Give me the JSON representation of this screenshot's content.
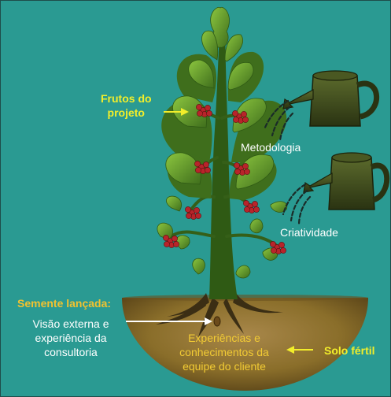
{
  "labels": {
    "frutos": [
      "Frutos do",
      "projeto"
    ],
    "metodologia": "Metodologia",
    "criatividade": "Criatividade",
    "semente": "Semente lançada:",
    "visao": [
      "Visão externa e",
      "experiência da",
      "consultoria"
    ],
    "experiencias": [
      "Experiências e",
      "conhecimentos da",
      "equipe do cliente"
    ],
    "solo": "Solo fértil"
  },
  "colors": {
    "background": "#2a9a92",
    "soil": "#8a6e2a",
    "leaf_light": "#6aa432",
    "leaf_dark": "#3f6e1c",
    "watering_can": "#3d4a1e",
    "fruit": "#b8242a",
    "arrow": "#f2ee2a"
  },
  "icons": [
    "plant-illustration",
    "watering-can-icon",
    "water-drops-icon",
    "fruit-cluster-icon",
    "seed-icon"
  ]
}
